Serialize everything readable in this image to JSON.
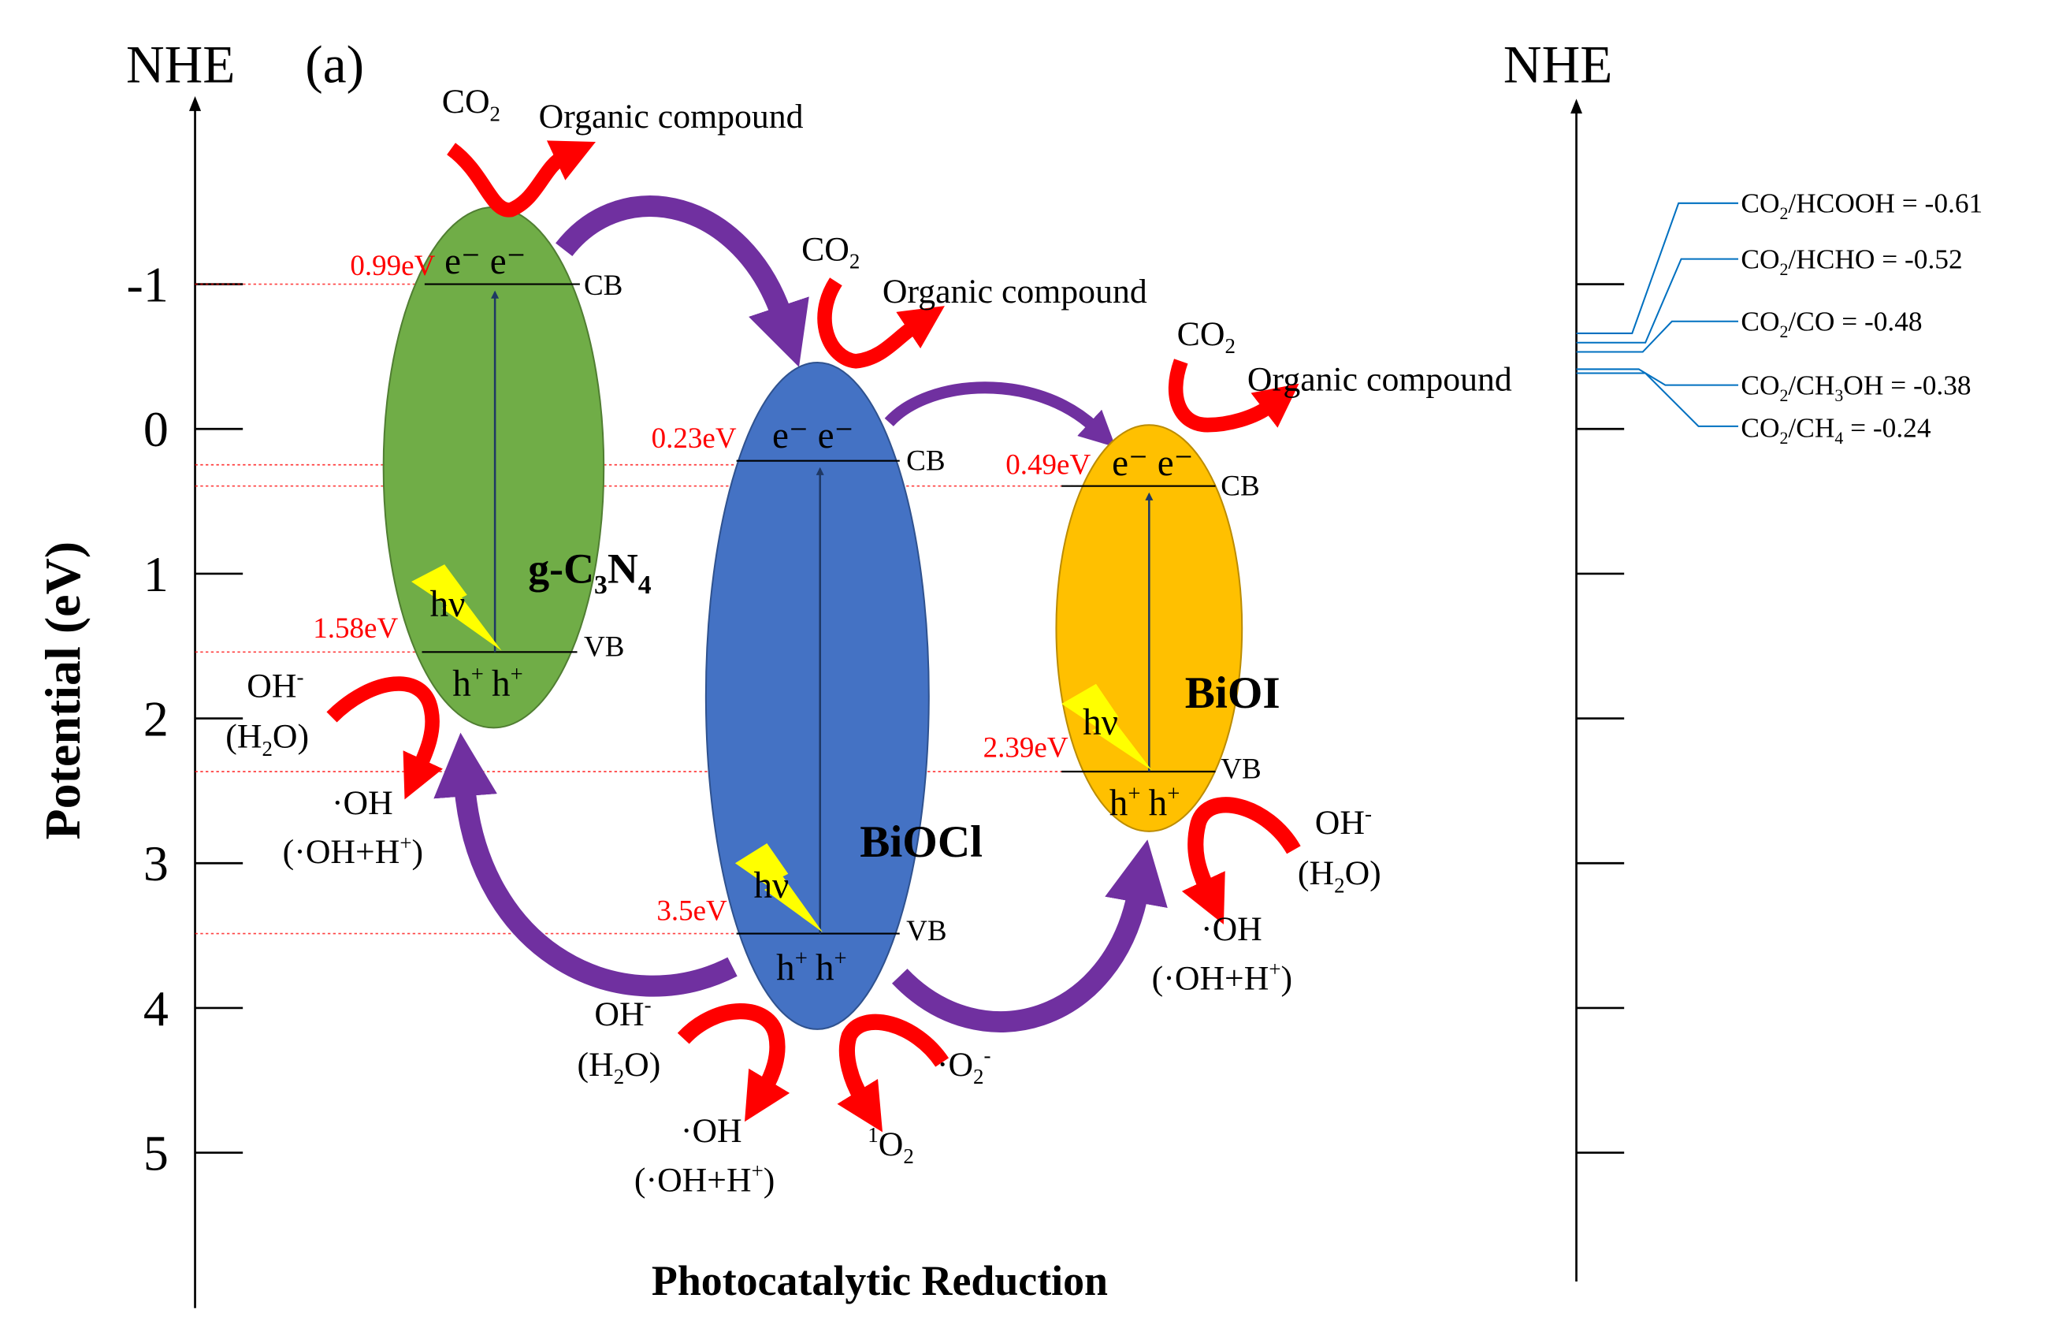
{
  "panel_label": "(a)",
  "axis": {
    "left_title": "NHE",
    "right_title": "NHE",
    "y_label": "Potential (eV)",
    "x_label": "Photocatalytic Reduction",
    "ticks": [
      "-1",
      "0",
      "1",
      "2",
      "3",
      "4",
      "5"
    ]
  },
  "levels": {
    "gcn_cb": "0.99eV",
    "gcn_vb": "1.58eV",
    "biocl_cb": "0.23eV",
    "biocl_vb": "3.5eV",
    "bioi_cb": "0.49eV",
    "bioi_vb": "2.39eV"
  },
  "band_labels": {
    "cb": "CB",
    "vb": "VB"
  },
  "semiconductors": {
    "gcn": {
      "name_main": "g-C",
      "sub1": "3",
      "mid": "N",
      "sub2": "4",
      "color": "#70ad47"
    },
    "biocl": {
      "name": "BiOCl",
      "color": "#4472c4"
    },
    "bioi": {
      "name": "BiOI",
      "color": "#ffc000"
    }
  },
  "carriers": {
    "electrons": "e⁻ e⁻",
    "holes_main": "h",
    "holes_sup": "+",
    "light": "hν"
  },
  "species": {
    "co2_main": "CO",
    "co2_sub": "2",
    "organic": "Organic compound",
    "oh_minus_main": "OH",
    "oh_minus_sup": "-",
    "h2o_open": "(H",
    "h2o_sub": "2",
    "h2o_close": "O)",
    "oh_radical": "·OH",
    "oh_pair_open": "(·OH+H",
    "oh_pair_sup": "+",
    "oh_pair_close": ")",
    "o2_radical_main": "·O",
    "o2_radical_sub": "2",
    "o2_radical_sup": "-",
    "singlet_sup": "1",
    "singlet_main": "O",
    "singlet_sub": "2"
  },
  "redox_potentials": [
    {
      "prod": "HCOOH",
      "label": "= -0.61"
    },
    {
      "prod": "HCHO",
      "label": "= -0.52"
    },
    {
      "prod": "CO",
      "label": "= -0.48"
    },
    {
      "prod": "OH",
      "prod_pre": "CH",
      "prod_pre_sub": "3",
      "label": "= -0.38"
    },
    {
      "prod": "CH",
      "prod_sub": "4",
      "label": "= -0.24"
    }
  ],
  "colors": {
    "red_arrow": "#ff0000",
    "purple_arrow": "#7030a0",
    "level_text": "#ff0000",
    "redox_line": "#0070c0",
    "lightning": "#ffff00"
  }
}
